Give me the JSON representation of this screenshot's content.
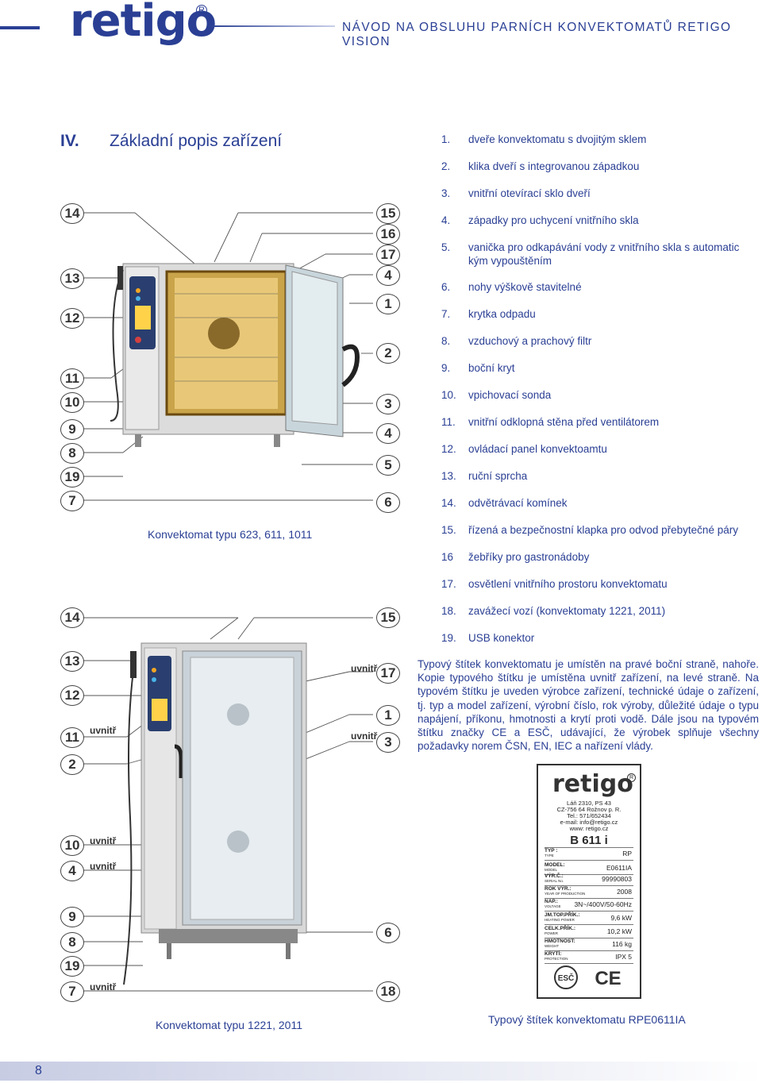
{
  "header": {
    "logo": "retigo",
    "title": "NÁVOD NA OBSLUHU PARNÍCH KONVEKTOMATŮ RETIGO VISION"
  },
  "section": {
    "number": "IV.",
    "title": "Základní popis zařízení"
  },
  "parts": [
    {
      "n": "1.",
      "t": "dveře konvektomatu s dvojitým sklem"
    },
    {
      "n": "2.",
      "t": "klika dveří s integrovanou západkou"
    },
    {
      "n": "3.",
      "t": "vnitřní otevírací sklo dveří"
    },
    {
      "n": "4.",
      "t": "západky pro uchycení vnitřního skla"
    },
    {
      "n": "5.",
      "t": "vanička pro odkapávání vody z vnitřního skla s automatic kým vypouštěním"
    },
    {
      "n": "6.",
      "t": "nohy výškově stavitelné"
    },
    {
      "n": "7.",
      "t": "krytka odpadu"
    },
    {
      "n": "8.",
      "t": "vzduchový a prachový filtr"
    },
    {
      "n": "9.",
      "t": "boční kryt"
    },
    {
      "n": "10.",
      "t": "vpichovací sonda"
    },
    {
      "n": "11.",
      "t": "vnitřní odklopná stěna před ventilátorem"
    },
    {
      "n": "12.",
      "t": "ovládací panel konvektoamtu"
    },
    {
      "n": "13.",
      "t": "ruční sprcha"
    },
    {
      "n": "14.",
      "t": "odvětrávací komínek"
    },
    {
      "n": "15.",
      "t": "řízená a bezpečnostní klapka pro odvod přebytečné páry"
    },
    {
      "n": "16",
      "t": "žebříky pro gastronádoby"
    },
    {
      "n": "17.",
      "t": "osvětlení vnitřního prostoru konvektomatu"
    },
    {
      "n": "18.",
      "t": "zavážecí vozí (konvektomaty 1221, 2011)"
    },
    {
      "n": "19.",
      "t": "USB konektor"
    }
  ],
  "figure1": {
    "caption": "Konvektomat typu 623, 611, 1011",
    "callouts_left": [
      "14",
      "13",
      "12",
      "11",
      "10",
      "9",
      "8",
      "19",
      "7"
    ],
    "callouts_right": [
      "15",
      "16",
      "17",
      "4",
      "1",
      "2",
      "3",
      "4",
      "5",
      "6"
    ]
  },
  "figure2": {
    "caption": "Konvektomat typu 1221, 2011",
    "callouts_left": [
      "14",
      "13",
      "12",
      "11",
      "2",
      "10",
      "4",
      "9",
      "8",
      "19",
      "7"
    ],
    "callouts_right": [
      "15",
      "17",
      "1",
      "3",
      "6",
      "18"
    ],
    "inside_label": "uvnitř"
  },
  "paragraph": "Typový štítek konvektomatu je umístěn na pravé boční straně, nahoře. Kopie typového štítku je umístěna uvnitř zařízení, na levé straně. Na typovém štítku je uveden výrobce zařízení, technické údaje o zařízení, tj. typ a model zařízení, výrobní číslo, rok výroby, důležité údaje o typu napájení, příkonu, hmotnosti a krytí proti vodě. Dále jsou na typovém štítku značky CE a ESČ, udávající, že výrobek splňuje všechny požadavky norem ČSN, EN, IEC a nařízení vlády.",
  "plate": {
    "logo": "retigo",
    "address": [
      "Láň 2310, PS 43",
      "CZ-756 64 Rožnov p. R.",
      "Tel.: 571/652434",
      "e-mail: info@retigo.cz",
      "www: retigo.cz"
    ],
    "model_name": "B 611 i",
    "rows": [
      {
        "label": "TYP :",
        "sub": "TYPE",
        "value": "RP"
      },
      {
        "label": "MODEL:",
        "sub": "MODEL",
        "value": "E0611IA"
      },
      {
        "label": "VÝR.Č.:",
        "sub": "SERIAL No.",
        "value": "99990803"
      },
      {
        "label": "ROK VÝR.:",
        "sub": "YEAR OF PRODUCTION",
        "value": "2008"
      },
      {
        "label": "NAP.:",
        "sub": "VOLTAGE",
        "value": "3N~/400V/50-60Hz"
      },
      {
        "label": "JM.TOP.PŘÍK.:",
        "sub": "HEATING POWER",
        "value": "9,6 kW"
      },
      {
        "label": "CELK.PŘÍK.:",
        "sub": "POWER",
        "value": "10,2 kW"
      },
      {
        "label": "HMOTNOST:",
        "sub": "WEIGHT",
        "value": "116 kg"
      },
      {
        "label": "KRYTÍ:",
        "sub": "PROTECTION",
        "value": "IPX 5"
      }
    ],
    "marks": [
      "ESČ",
      "CE"
    ],
    "caption": "Typový štítek konvektomatu RPE0611IA"
  },
  "page_number": "8"
}
